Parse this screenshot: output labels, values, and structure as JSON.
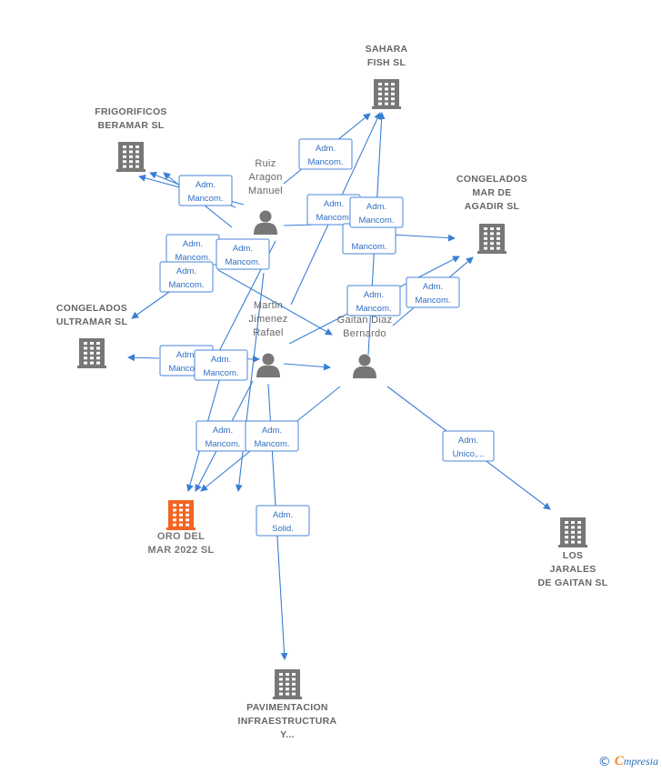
{
  "colors": {
    "edge": "#3a7fd5",
    "node": "#777777",
    "highlight": "#f26522",
    "box_text": "#2f6ec4"
  },
  "companies": [
    {
      "id": "sahara",
      "lines": [
        "SAHARA",
        "FISH  SL"
      ],
      "highlight": false
    },
    {
      "id": "frigorificos",
      "lines": [
        "FRIGORIFICOS",
        "BERAMAR  SL"
      ],
      "highlight": false
    },
    {
      "id": "agadir",
      "lines": [
        "CONGELADOS",
        "MAR DE",
        "AGADIR  SL"
      ],
      "highlight": false
    },
    {
      "id": "ultramar",
      "lines": [
        "CONGELADOS",
        "ULTRAMAR  SL"
      ],
      "highlight": false
    },
    {
      "id": "oro",
      "lines": [
        "ORO DEL",
        "MAR 2022  SL"
      ],
      "highlight": true
    },
    {
      "id": "jarales",
      "lines": [
        "LOS",
        "JARALES",
        "DE GAITAN  SL"
      ],
      "highlight": false
    },
    {
      "id": "pavimentacion",
      "lines": [
        "PAVIMENTACION",
        "INFRAESTRUCTURA",
        "Y..."
      ],
      "highlight": false
    }
  ],
  "persons": [
    {
      "id": "ruiz",
      "lines": [
        "Ruiz",
        "Aragon",
        "Manuel"
      ]
    },
    {
      "id": "martin",
      "lines": [
        "Martin",
        "Jimenez",
        "Rafael"
      ]
    },
    {
      "id": "gaitan",
      "lines": [
        "Gaitan Diaz",
        "Bernardo"
      ]
    }
  ],
  "relations": [
    {
      "id": "r1",
      "lines": [
        "Adm.",
        "Mancom."
      ]
    },
    {
      "id": "r2",
      "lines": [
        "Adm.",
        "Mancom."
      ]
    },
    {
      "id": "r3",
      "lines": [
        "Adm.",
        "Mancom."
      ]
    },
    {
      "id": "r4",
      "lines": [
        "Adm.",
        "Mancom."
      ]
    },
    {
      "id": "r5",
      "lines": [
        "",
        "Mancom."
      ]
    },
    {
      "id": "r6",
      "lines": [
        "Adm.",
        "Mancom."
      ]
    },
    {
      "id": "r7",
      "lines": [
        "Adm.",
        "Mancom."
      ]
    },
    {
      "id": "r8",
      "lines": [
        "Adm.",
        "Mancom."
      ]
    },
    {
      "id": "r9",
      "lines": [
        "Adm.",
        "Mancom."
      ]
    },
    {
      "id": "r10",
      "lines": [
        "Adm.",
        "Mancom."
      ]
    },
    {
      "id": "r11",
      "lines": [
        "Adm.",
        "Mancom."
      ]
    },
    {
      "id": "r12",
      "lines": [
        "Adm",
        "Manc"
      ]
    },
    {
      "id": "r13",
      "lines": [
        "Adm.",
        "Mancom."
      ]
    },
    {
      "id": "r14",
      "lines": [
        "Adm.",
        "Mancom."
      ]
    },
    {
      "id": "r15",
      "lines": [
        "Adm.",
        "Mancom."
      ]
    },
    {
      "id": "r16",
      "lines": [
        "Adm.",
        "Solid."
      ]
    },
    {
      "id": "r17",
      "lines": [
        "Adm.",
        "Unico,..."
      ]
    }
  ],
  "footer": {
    "copyright": "©",
    "brand_first": "C",
    "brand_rest": "mpresia"
  }
}
